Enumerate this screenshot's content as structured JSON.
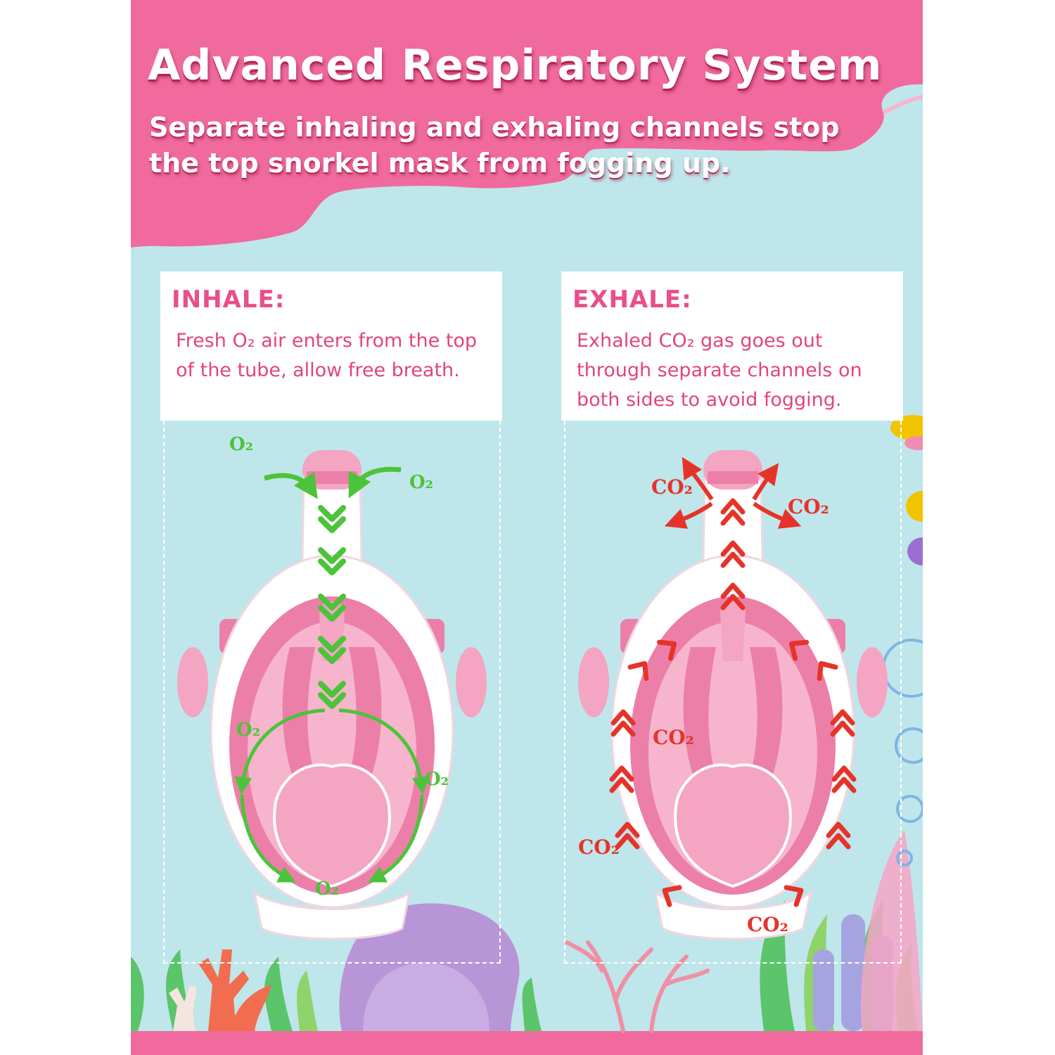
{
  "header": {
    "title": "Advanced Respiratory System",
    "subtitle": "Separate inhaling and exhaling channels stop the top snorkel mask from fogging up."
  },
  "inhale": {
    "heading": "INHALE:",
    "text": "Fresh O₂ air enters from the top of the tube, allow free breath.",
    "labels": {
      "top_left": "O₂",
      "top_right": "O₂",
      "mid_left": "O₂",
      "mid_right": "O₂",
      "bottom": "O₂"
    },
    "arrow_color": "#4cc33a"
  },
  "exhale": {
    "heading": "EXHALE:",
    "text": "Exhaled CO₂ gas goes out through separate channels on both sides to avoid fogging.",
    "labels": {
      "top_left": "CO₂",
      "top_right": "CO₂",
      "mid": "CO₂",
      "lower_left": "CO₂",
      "bottom": "CO₂"
    },
    "arrow_color": "#e6332a"
  },
  "colors": {
    "banner_pink": "#f06a9d",
    "background_aqua": "#bfe6ea",
    "mask_pink": "#f3a5c2",
    "mask_deep_pink": "#ec7fa8",
    "text_pink": "#e2447f"
  },
  "icons": [
    "snorkel-mask-illustration",
    "seaweed-decoration",
    "coral-decoration",
    "bubble-decoration",
    "shell-decoration"
  ]
}
